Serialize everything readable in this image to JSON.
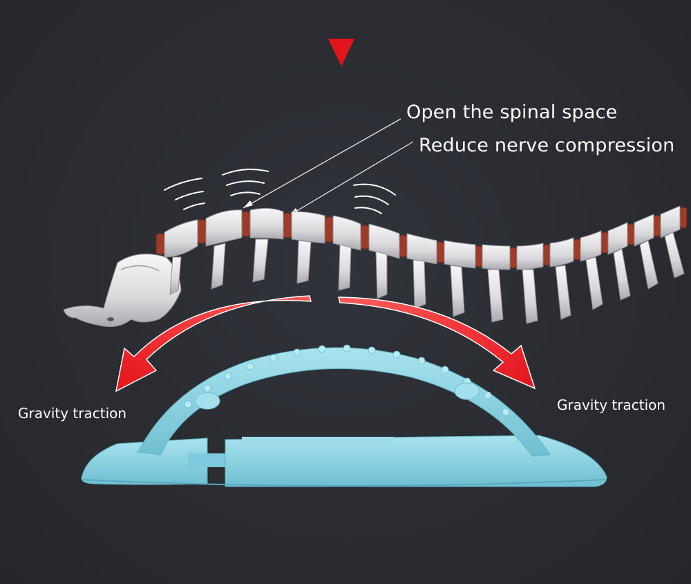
{
  "callouts": {
    "first": "Open the spinal space",
    "second": "Reduce nerve compression"
  },
  "labels": {
    "left": "Gravity traction",
    "right": "Gravity traction"
  },
  "colors": {
    "background": "#2a2c31",
    "arrow_red": "#e3141c",
    "bone": "#e8e8ea",
    "disc": "#9e3b28",
    "device": "#8fd2e0"
  },
  "icons": {
    "indicator": "down-triangle-icon",
    "motion": "vibration-lines-icon"
  }
}
